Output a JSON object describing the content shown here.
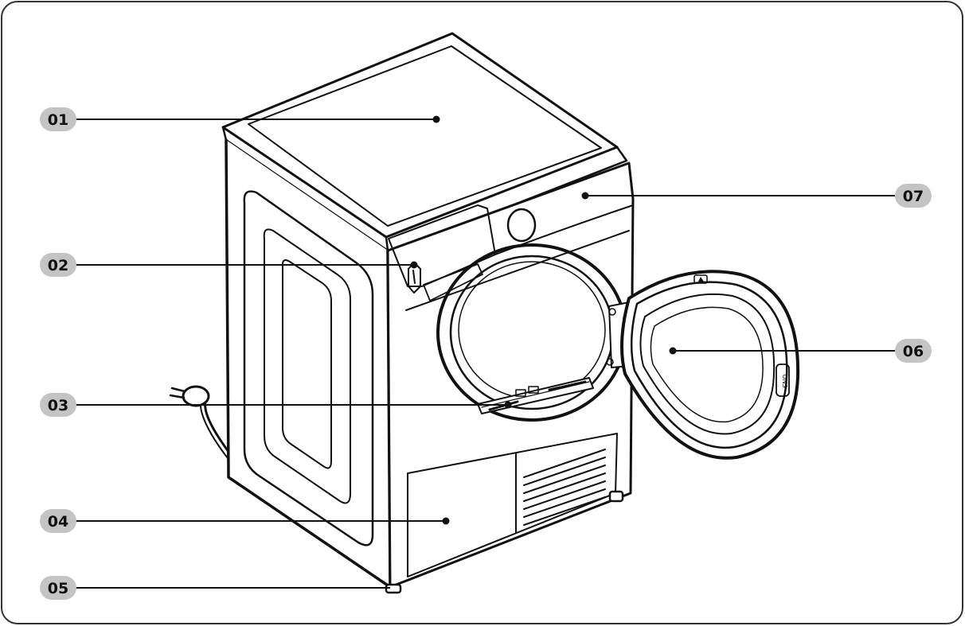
{
  "callouts": [
    {
      "id": "01",
      "label": "01"
    },
    {
      "id": "02",
      "label": "02"
    },
    {
      "id": "03",
      "label": "03"
    },
    {
      "id": "04",
      "label": "04"
    },
    {
      "id": "05",
      "label": "05"
    },
    {
      "id": "06",
      "label": "06"
    },
    {
      "id": "07",
      "label": "07"
    }
  ],
  "door_label_text": "ONS",
  "colors": {
    "badge": "#c4c4c4",
    "line": "#111111",
    "frame": "#333333"
  }
}
